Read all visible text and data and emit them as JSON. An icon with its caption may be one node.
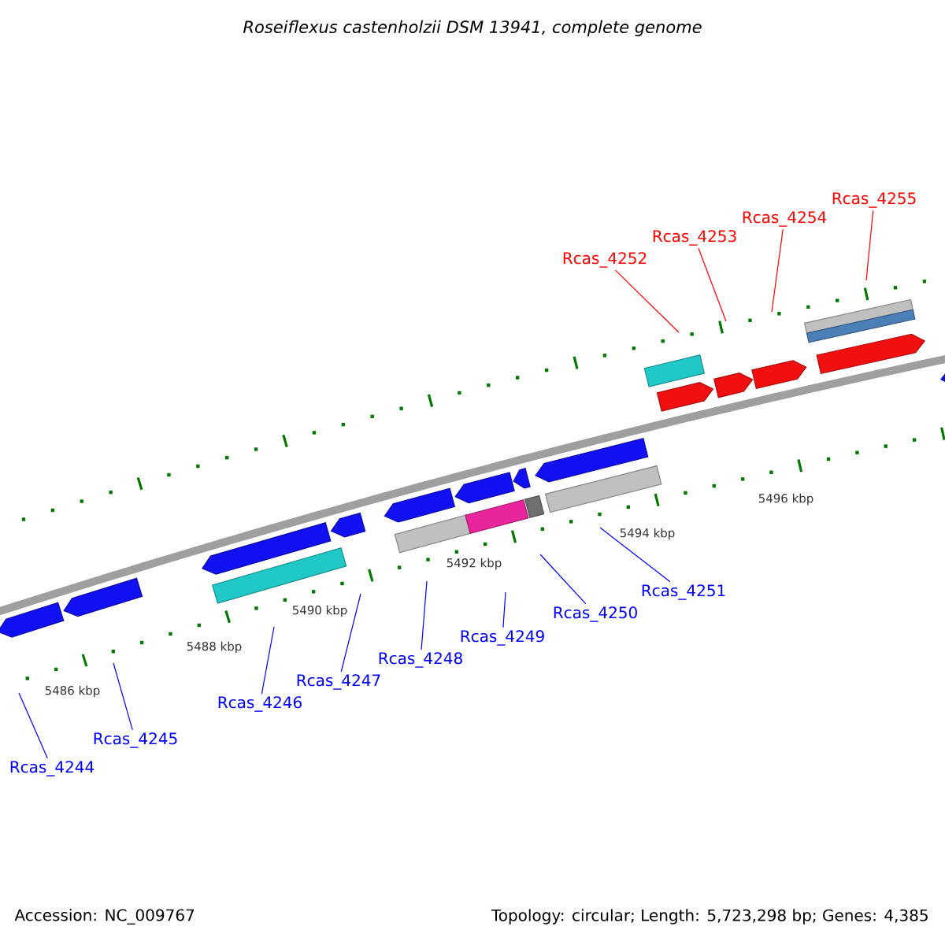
{
  "diagram": {
    "title": "Roseiflexus castenholzii DSM 13941, complete genome",
    "nodes": [
      {
        "text": [
          "Rcas_4244"
        ]
      },
      {
        "text": [
          "Rcas_4245"
        ]
      },
      {
        "text": [
          "Rcas_4246"
        ]
      },
      {
        "text": [
          "Rcas_4247"
        ]
      },
      {
        "text": [
          "Rcas_4248"
        ]
      },
      {
        "text": [
          "Rcas_4249"
        ]
      },
      {
        "text": [
          "Rcas_4250"
        ]
      },
      {
        "text": [
          "Rcas_4251"
        ]
      },
      {
        "text": [
          "Rcas_4252"
        ]
      },
      {
        "text": [
          "Rcas_4253"
        ]
      },
      {
        "text": [
          "Rcas_4254"
        ]
      },
      {
        "text": [
          "Rcas_4255"
        ]
      }
    ],
    "edges": [
      {
        "from": 0,
        "to": null,
        "arrow": "none"
      },
      {
        "from": 1,
        "to": null,
        "arrow": "none"
      },
      {
        "from": 2,
        "to": null,
        "arrow": "none"
      },
      {
        "from": 3,
        "to": null,
        "arrow": "none"
      },
      {
        "from": 4,
        "to": null,
        "arrow": "none"
      },
      {
        "from": 5,
        "to": null,
        "arrow": "none"
      },
      {
        "from": 6,
        "to": null,
        "arrow": "none"
      },
      {
        "from": 7,
        "to": null,
        "arrow": "none"
      },
      {
        "from": 8,
        "to": null,
        "arrow": "none",
        "color": "#ff0000"
      },
      {
        "from": 9,
        "to": null,
        "arrow": "none",
        "color": "#ff0000"
      },
      {
        "from": 10,
        "to": null,
        "arrow": "none",
        "color": "#ff0000"
      },
      {
        "from": 11,
        "to": null,
        "arrow": "none",
        "color": "#ff0000"
      }
    ],
    "labels": [
      "5486 kbp",
      "5488 kbp",
      "5490 kbp",
      "5492 kbp",
      "5494 kbp",
      "5496 kbp",
      "Accession: NC_009767",
      "Topology: circular; Length: 5,723,298 bp; Genes: 4,385"
    ]
  }
}
